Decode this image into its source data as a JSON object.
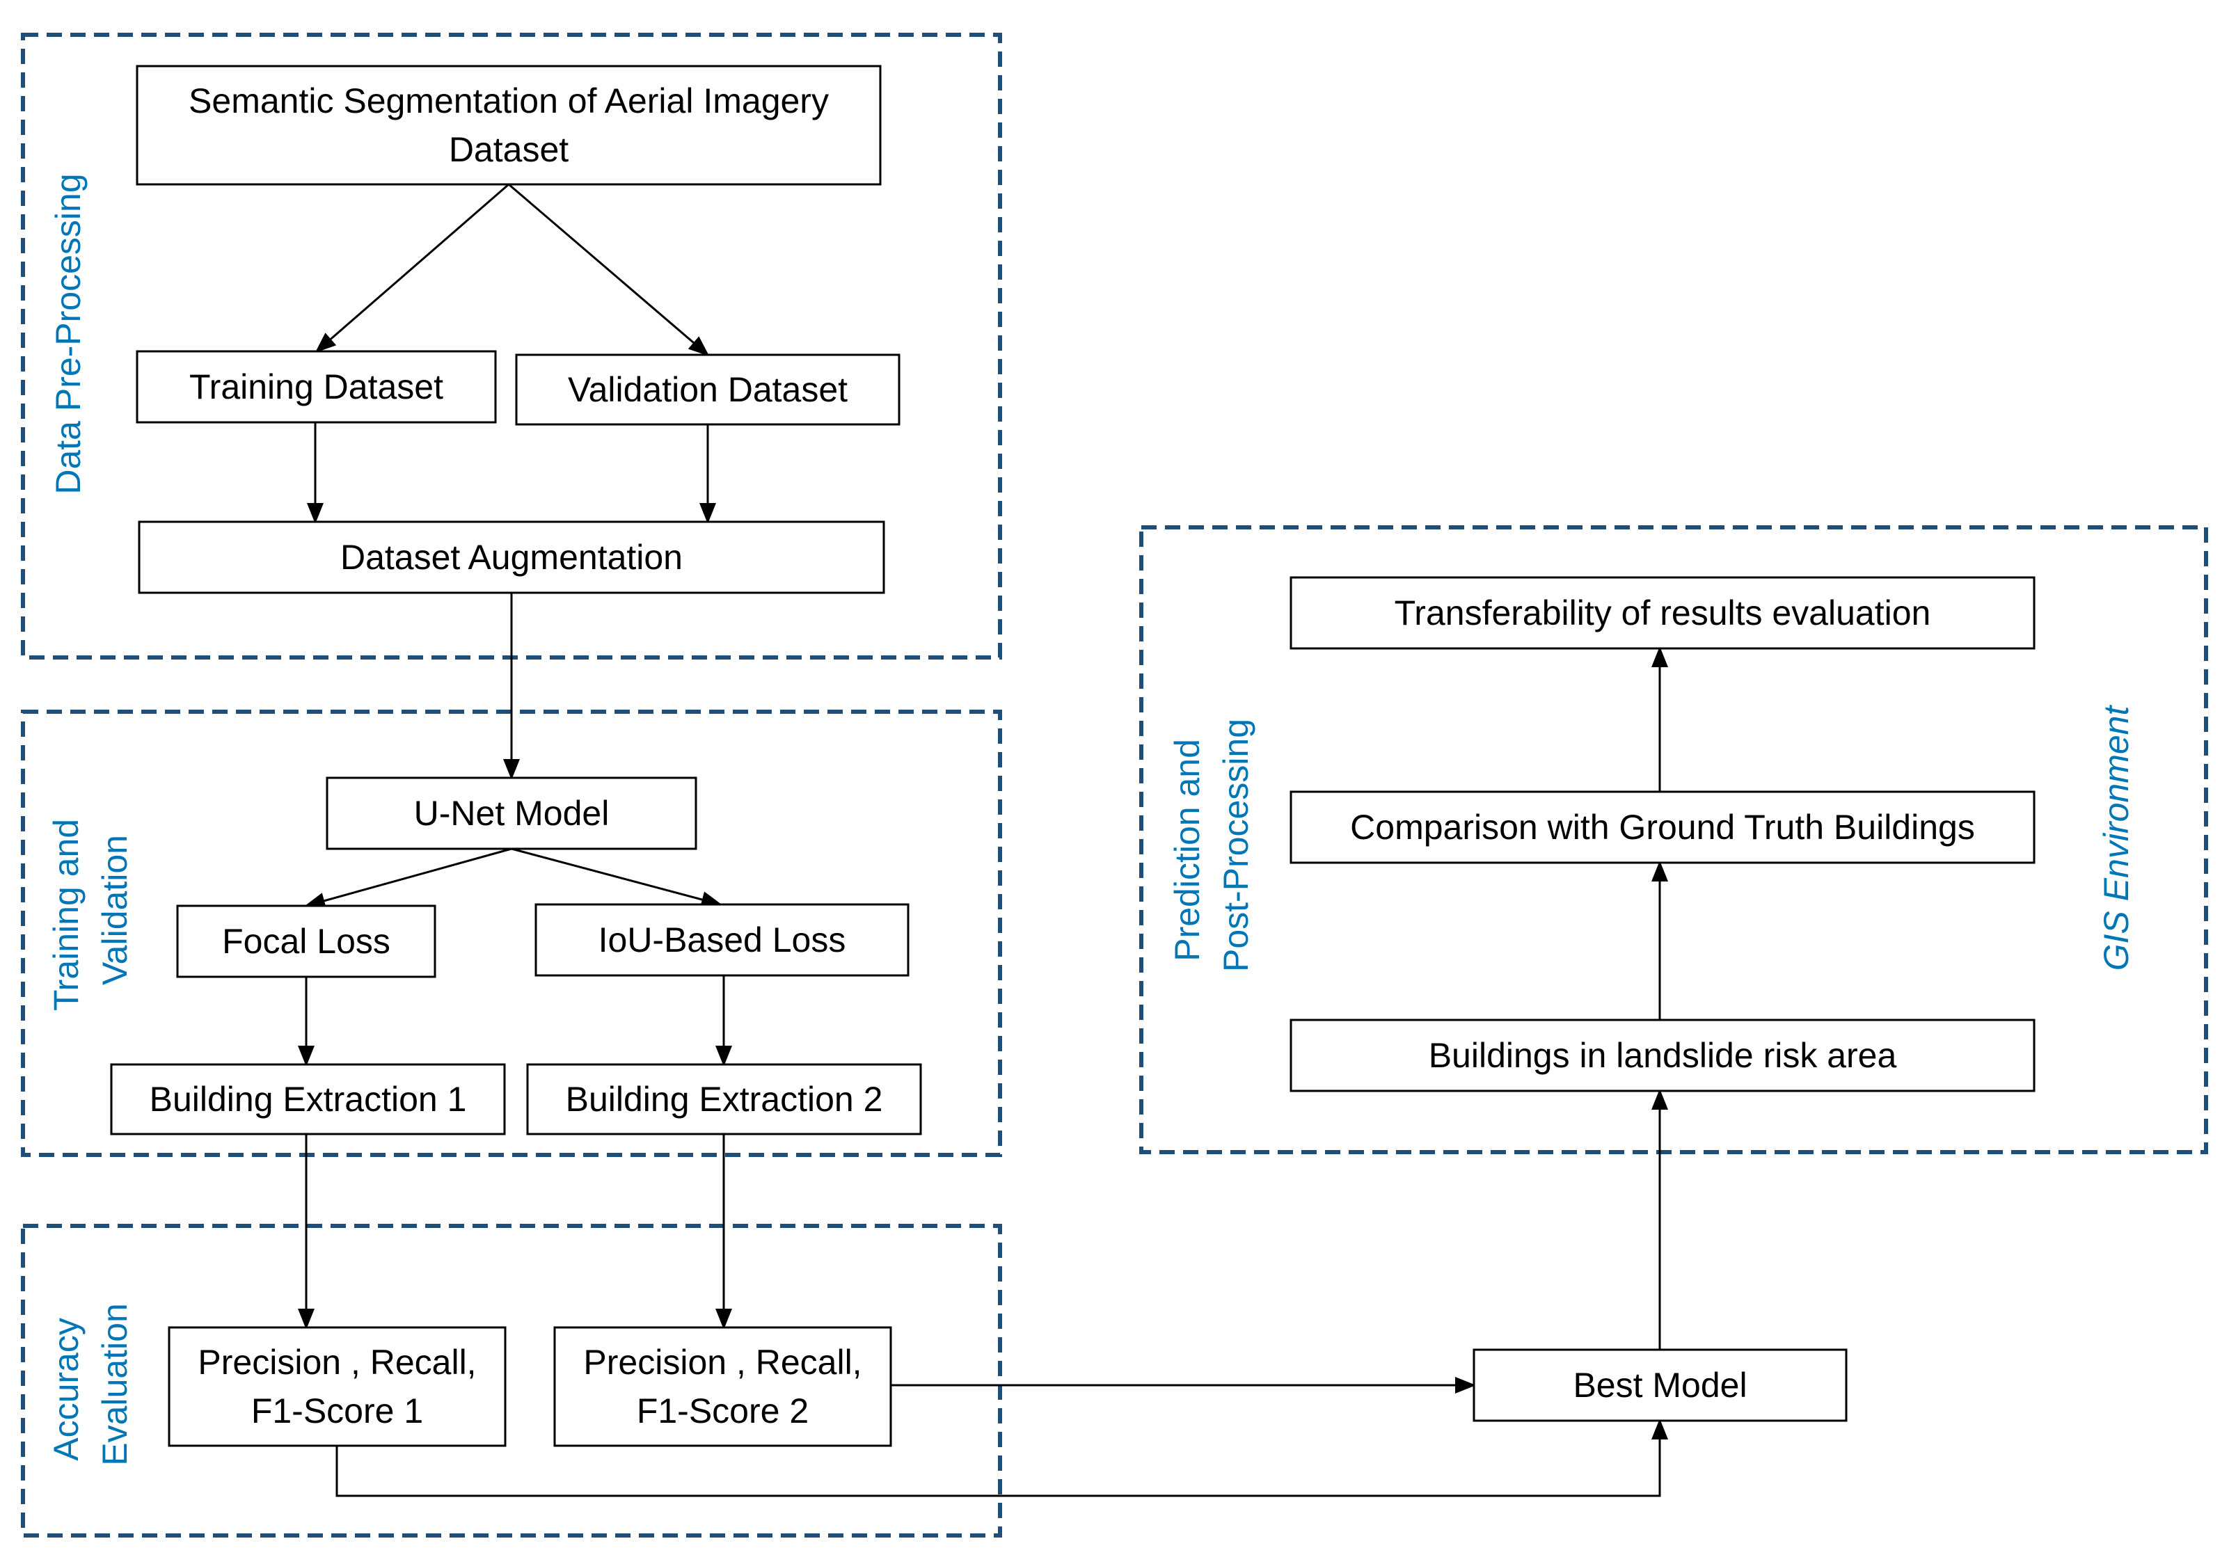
{
  "colors": {
    "frame": "#1f4e79",
    "group_label": "#0076b6",
    "box_border": "#000000",
    "arrow": "#000000"
  },
  "groups": {
    "preprocessing": {
      "label": "Data Pre-Processing"
    },
    "training": {
      "label_lines": [
        "Training and",
        "Validation"
      ]
    },
    "accuracy": {
      "label_lines": [
        "Accuracy",
        "Evaluation"
      ]
    },
    "prediction": {
      "label_lines": [
        "Prediction and",
        "Post-Processing"
      ]
    },
    "gis": {
      "label": "GIS Environment"
    }
  },
  "nodes": {
    "dataset": {
      "lines": [
        "Semantic Segmentation of Aerial Imagery",
        "Dataset"
      ]
    },
    "training_dataset": {
      "lines": [
        "Training Dataset"
      ]
    },
    "validation_dataset": {
      "lines": [
        "Validation Dataset"
      ]
    },
    "augmentation": {
      "lines": [
        "Dataset Augmentation"
      ]
    },
    "unet": {
      "lines": [
        "U-Net Model"
      ]
    },
    "focal_loss": {
      "lines": [
        "Focal Loss"
      ]
    },
    "iou_loss": {
      "lines": [
        "IoU-Based Loss"
      ]
    },
    "building_extraction_1": {
      "lines": [
        "Building Extraction 1"
      ]
    },
    "building_extraction_2": {
      "lines": [
        "Building Extraction 2"
      ]
    },
    "metrics_1": {
      "lines": [
        "Precision , Recall,",
        "F1-Score 1"
      ]
    },
    "metrics_2": {
      "lines": [
        "Precision , Recall,",
        "F1-Score 2"
      ]
    },
    "best_model": {
      "lines": [
        "Best Model"
      ]
    },
    "buildings_risk": {
      "lines": [
        "Buildings in landslide risk area"
      ]
    },
    "comparison": {
      "lines": [
        "Comparison with Ground Truth Buildings"
      ]
    },
    "transferability": {
      "lines": [
        "Transferability of results evaluation"
      ]
    }
  },
  "edges": [
    {
      "from": "dataset",
      "to": "training_dataset"
    },
    {
      "from": "dataset",
      "to": "validation_dataset"
    },
    {
      "from": "training_dataset",
      "to": "augmentation"
    },
    {
      "from": "validation_dataset",
      "to": "augmentation"
    },
    {
      "from": "augmentation",
      "to": "unet"
    },
    {
      "from": "unet",
      "to": "focal_loss"
    },
    {
      "from": "unet",
      "to": "iou_loss"
    },
    {
      "from": "focal_loss",
      "to": "building_extraction_1"
    },
    {
      "from": "iou_loss",
      "to": "building_extraction_2"
    },
    {
      "from": "building_extraction_1",
      "to": "metrics_1"
    },
    {
      "from": "building_extraction_2",
      "to": "metrics_2"
    },
    {
      "from": "metrics_2",
      "to": "best_model"
    },
    {
      "from": "metrics_1",
      "to": "best_model"
    },
    {
      "from": "best_model",
      "to": "buildings_risk"
    },
    {
      "from": "buildings_risk",
      "to": "comparison"
    },
    {
      "from": "comparison",
      "to": "transferability"
    }
  ]
}
